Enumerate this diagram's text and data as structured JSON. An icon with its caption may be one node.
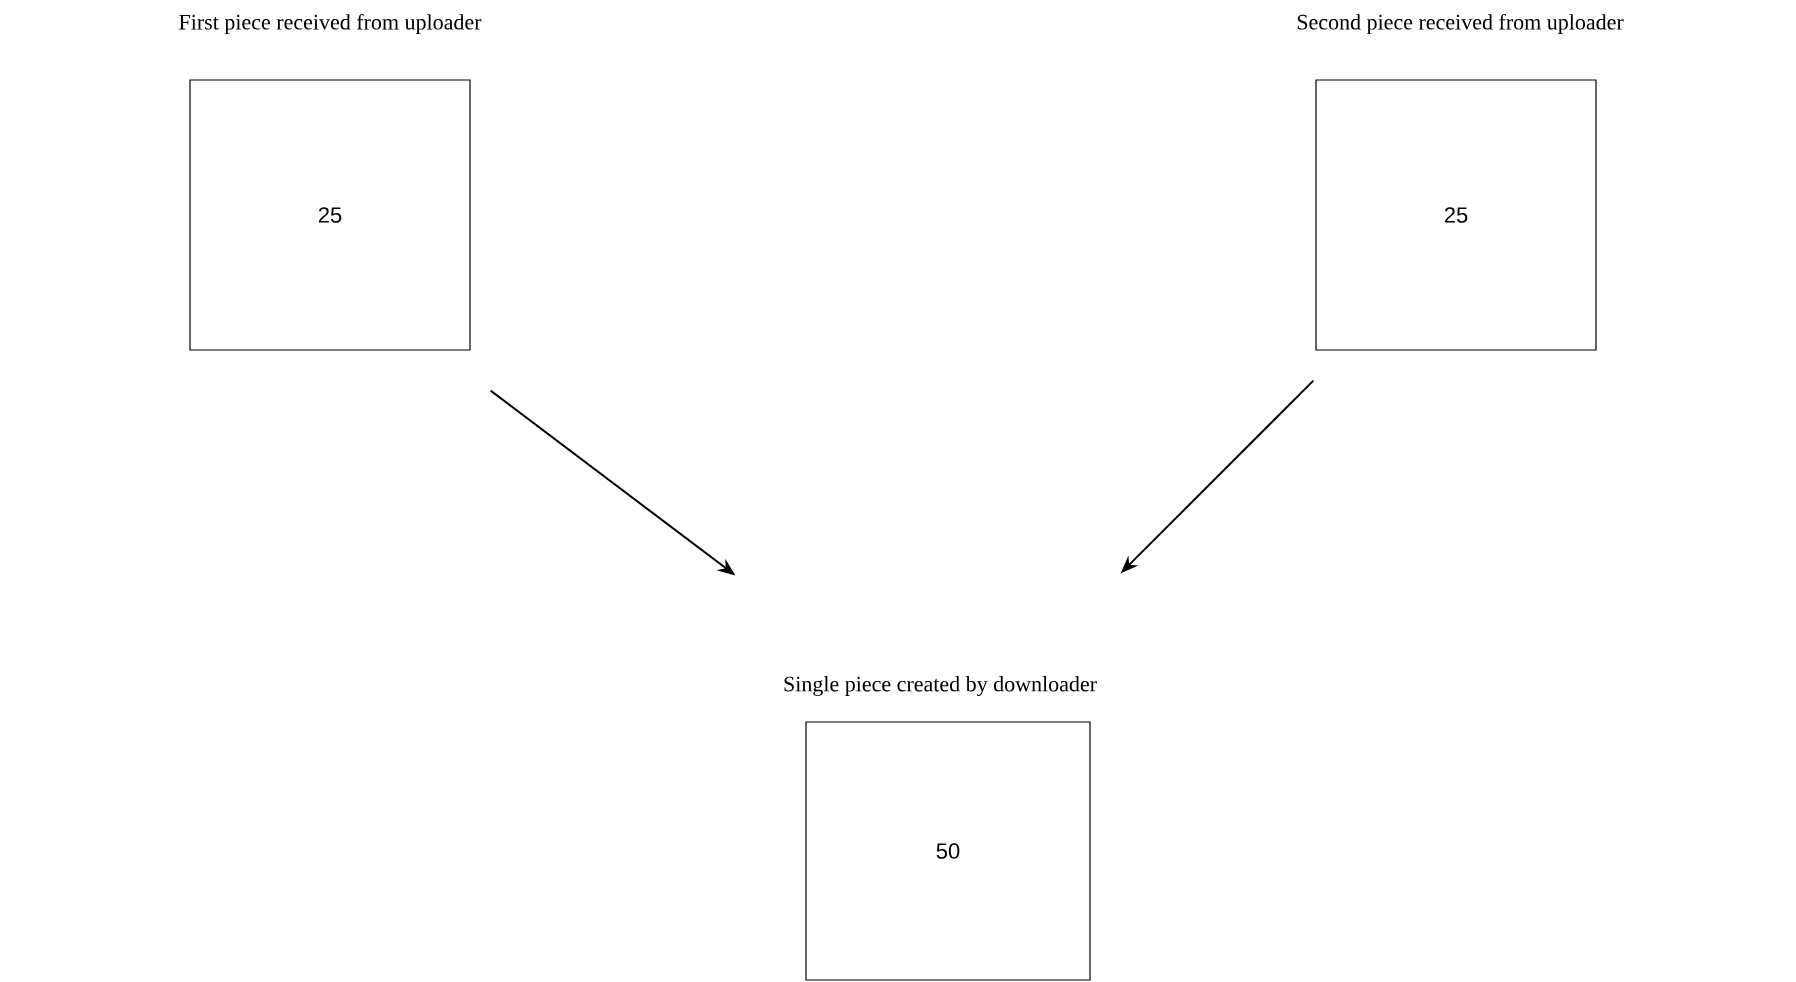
{
  "diagram": {
    "nodes": [
      {
        "text": [
          "First piece received from uploader",
          "25"
        ]
      },
      {
        "text": [
          "Second piece received from uploader",
          "25"
        ]
      },
      {
        "text": [
          "Single piece created by downloader",
          "50"
        ]
      }
    ],
    "edges": [
      {
        "from": 0,
        "to": 2,
        "arrow": "to"
      },
      {
        "from": 1,
        "to": 2,
        "arrow": "to"
      }
    ]
  }
}
